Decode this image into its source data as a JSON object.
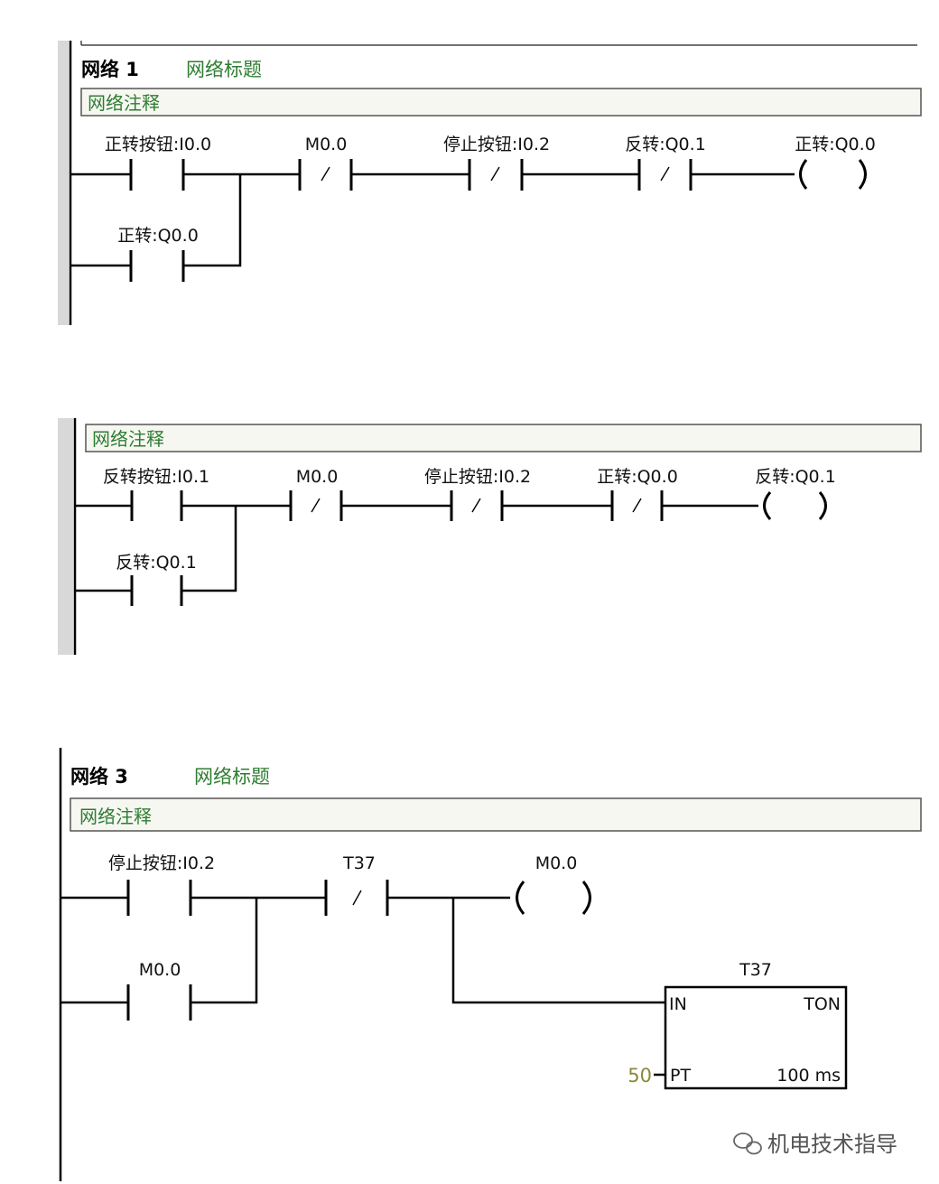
{
  "networks": [
    {
      "header": "网络 1",
      "title": "网络标题",
      "comment": "网络注释",
      "rung": {
        "contact_main": "正转按钮:I0.0",
        "contact_parallel": "正转:Q0.0",
        "contact_series1": "M0.0",
        "contact_series2": "停止按钮:I0.2",
        "contact_series3": "反转:Q0.1",
        "coil": "正转:Q0.0"
      }
    },
    {
      "comment": "网络注释",
      "rung": {
        "contact_main": "反转按钮:I0.1",
        "contact_parallel": "反转:Q0.1",
        "contact_series1": "M0.0",
        "contact_series2": "停止按钮:I0.2",
        "contact_series3": "正转:Q0.0",
        "coil": "反转:Q0.1"
      }
    },
    {
      "header": "网络 3",
      "title": "网络标题",
      "comment": "网络注释",
      "rung": {
        "contact_main": "停止按钮:I0.2",
        "contact_parallel": "M0.0",
        "contact_series1": "T37",
        "coil": "M0.0"
      },
      "timer": {
        "name": "T37",
        "in_label": "IN",
        "type_label": "TON",
        "pt_label": "PT",
        "pt_value": "50",
        "resolution": "100 ms"
      }
    }
  ],
  "watermark": "机电技术指导"
}
